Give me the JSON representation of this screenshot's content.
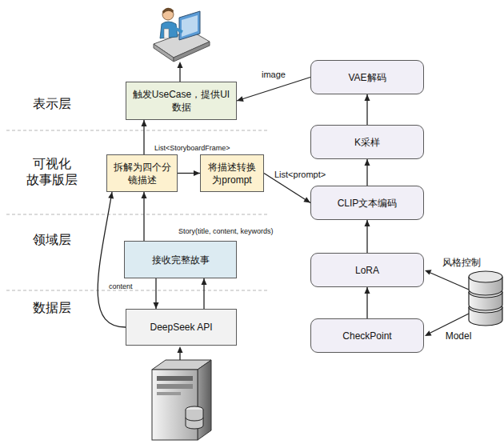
{
  "diagram": {
    "nodes": [
      {
        "text": [
          "触发UseCase，提供UI数据"
        ]
      },
      {
        "text": [
          "VAE解码"
        ]
      },
      {
        "text": [
          "K采样"
        ]
      },
      {
        "text": [
          "拆解为四个分镜描述"
        ]
      },
      {
        "text": [
          "将描述转换为prompt"
        ]
      },
      {
        "text": [
          "CLIP文本编码"
        ]
      },
      {
        "text": [
          "接收完整故事"
        ]
      },
      {
        "text": [
          "LoRA"
        ]
      },
      {
        "text": [
          "DeepSeek API"
        ]
      },
      {
        "text": [
          "CheckPoint"
        ]
      }
    ],
    "edges": [
      {
        "from": 3,
        "to": 0,
        "label": "List<StoryboardFrame>",
        "arrow": "to"
      },
      {
        "from": 1,
        "to": 0,
        "label": "image",
        "arrow": "to"
      },
      {
        "from": 3,
        "to": 4,
        "arrow": "to"
      },
      {
        "from": 4,
        "to": 5,
        "label": "List<prompt>",
        "arrow": "to"
      },
      {
        "from": 2,
        "to": 1,
        "arrow": "to"
      },
      {
        "from": 5,
        "to": 2,
        "arrow": "to"
      },
      {
        "from": 7,
        "to": 5,
        "arrow": "to"
      },
      {
        "from": 9,
        "to": 7,
        "arrow": "to"
      },
      {
        "from": 6,
        "to": 3,
        "label": "Story(title, content, keywords)",
        "arrow": "to"
      },
      {
        "from": 6,
        "to": 8,
        "arrow": "to"
      },
      {
        "from": 8,
        "to": 6,
        "arrow": "to"
      },
      {
        "from": 8,
        "to": 3,
        "label": "content",
        "arrow": "to"
      }
    ],
    "labels": [
      "表示层",
      "可视化 故事版层",
      "领域层",
      "数据层",
      "风格控制",
      "Model"
    ]
  }
}
